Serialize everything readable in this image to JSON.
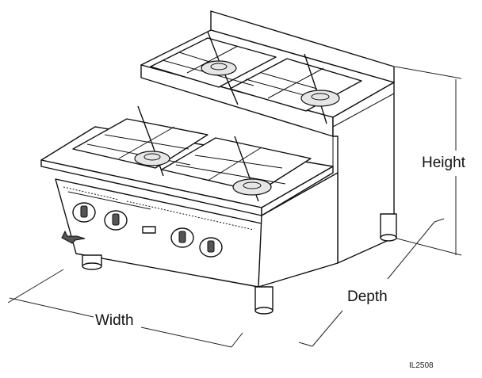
{
  "diagram": {
    "dimension_labels": {
      "height": "Height",
      "depth": "Depth",
      "width": "Width"
    },
    "drawing_code": "IL2508",
    "colors": {
      "line": "#111111",
      "background": "#ffffff",
      "shade": "#e6e6e6"
    },
    "icons": [
      "step-up-hotplate-drawing",
      "burner-knob-icon",
      "brand-logo-icon"
    ]
  }
}
